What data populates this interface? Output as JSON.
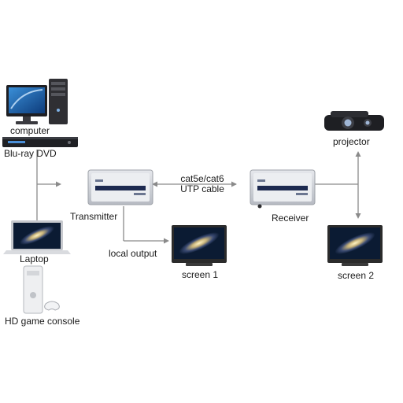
{
  "labels": {
    "computer": "computer",
    "bluray": "Blu-ray DVD",
    "laptop": "Laptop",
    "console": "HD game console",
    "transmitter": "Transmitter",
    "receiver": "Receiver",
    "cable_line1": "cat5e/cat6",
    "cable_line2": "UTP cable",
    "local_output": "local output",
    "screen1": "screen 1",
    "screen2": "screen 2",
    "projector": "projector"
  },
  "colors": {
    "line": "#8a8a8a",
    "device_body": "#c9ccd3",
    "device_face": "#eef0f3",
    "device_label": "#1d2a50",
    "screen_frame": "#2b2b2b",
    "space_dark": "#0b1b33",
    "galaxy": "#d9cf9a"
  }
}
